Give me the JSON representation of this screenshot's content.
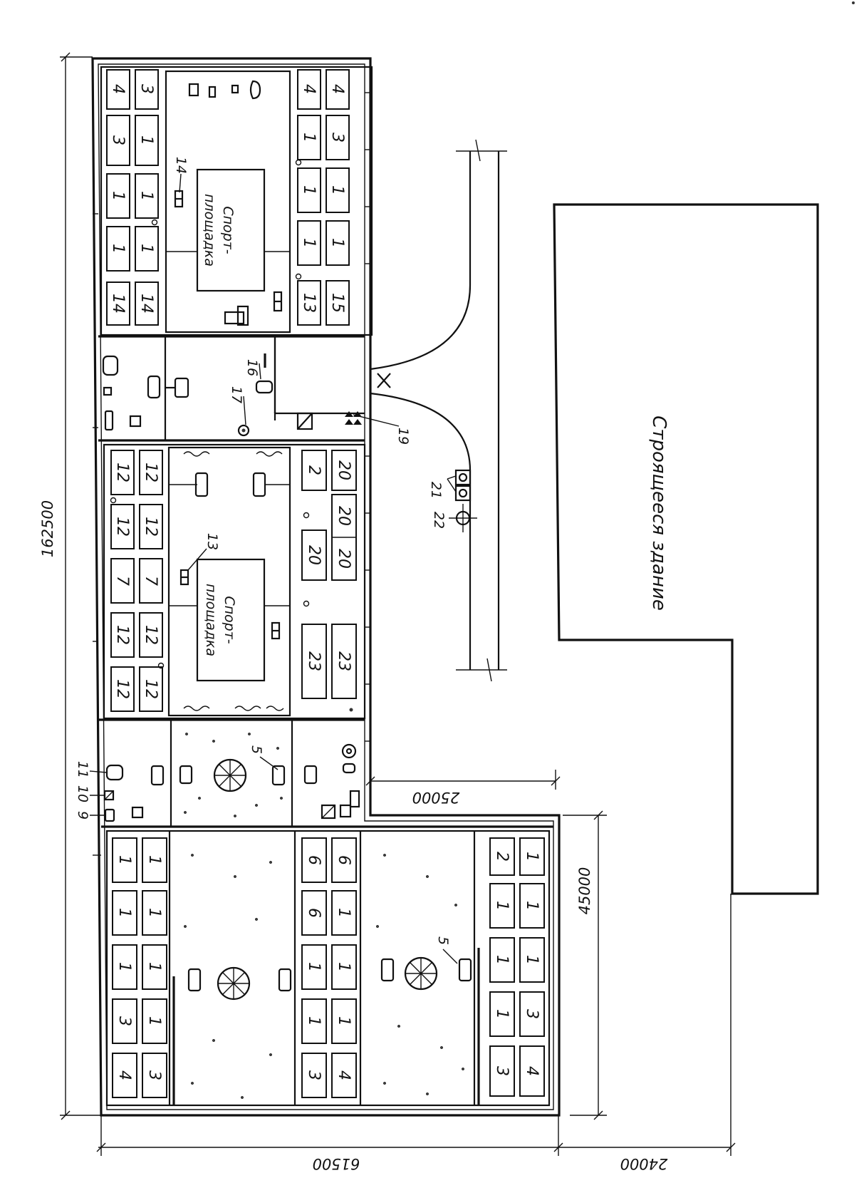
{
  "building_label": "Строящееся здание",
  "sport_label_1": "Спорт-",
  "sport_label_2": "площадка",
  "dimensions": {
    "total_length": "162500",
    "width_main": "61500",
    "offset": "24000",
    "wing": "45000",
    "gap": "25000"
  },
  "callouts": {
    "c5": "5",
    "c9": "9",
    "c10": "10",
    "c11": "11",
    "c13": "13",
    "c14": "14",
    "c16": "16",
    "c17": "17",
    "c19": "19",
    "c21": "21",
    "c22": "22"
  },
  "rooms": {
    "top_left_a": [
      "4",
      "3",
      "1",
      "1",
      "14"
    ],
    "top_left_b": [
      "3",
      "1",
      "1",
      "1",
      "14"
    ],
    "top_right_a": [
      "4",
      "1",
      "1",
      "1",
      "13"
    ],
    "top_right_b": [
      "4",
      "3",
      "1",
      "1",
      "15"
    ],
    "mid_left_a": [
      "12",
      "12",
      "12",
      "7",
      "12"
    ],
    "mid_left_b": [
      "12",
      "12",
      "12",
      "7",
      "12"
    ],
    "mid_right_a": [
      "20",
      "20",
      "23"
    ],
    "mid_right_b": [
      "2",
      "20",
      "20",
      "23"
    ],
    "low_left_a": [
      "4",
      "3",
      "1",
      "1",
      "1"
    ],
    "low_left_b": [
      "3",
      "1",
      "1",
      "1",
      "1"
    ],
    "low_mid_a": [
      "3",
      "1",
      "1",
      "6",
      "6"
    ],
    "low_mid_b": [
      "4",
      "1",
      "1",
      "1",
      "6"
    ],
    "low_right_a": [
      "3",
      "1",
      "1",
      "1",
      "2"
    ],
    "low_right_b": [
      "4",
      "3",
      "1",
      "1",
      "1"
    ]
  }
}
